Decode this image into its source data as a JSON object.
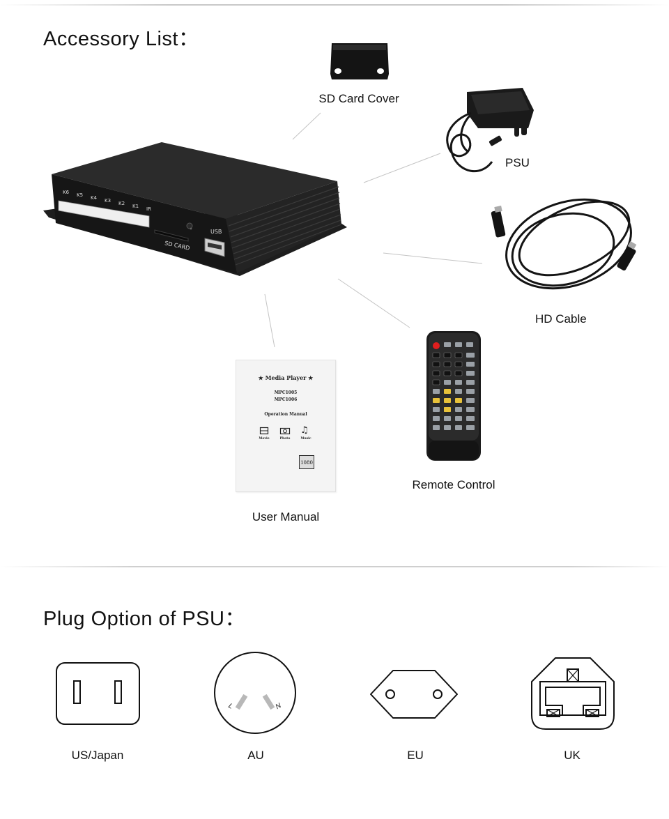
{
  "accessory": {
    "heading": "Accessory List：",
    "items": {
      "sd_card_cover": "SD Card Cover",
      "psu": "PSU",
      "hd_cable": "HD Cable",
      "remote_control": "Remote Control",
      "user_manual": "User Manual"
    },
    "device": {
      "ports": [
        "K6",
        "K5",
        "K4",
        "K3",
        "K2",
        "K1",
        "IR"
      ],
      "sd_label": "SD CARD",
      "usb_label": "USB"
    },
    "manual": {
      "title": "★ Media Player ★",
      "model_1": "MPC1005",
      "model_2": "MPC1006",
      "subtitle": "Operation Manual",
      "icons": [
        "Movie",
        "Photo",
        "Music"
      ],
      "badge": "1080"
    }
  },
  "plugs": {
    "heading": "Plug Option of PSU：",
    "options": [
      "US/Japan",
      "AU",
      "EU",
      "UK"
    ],
    "au_pins": [
      "L",
      "N"
    ]
  },
  "colors": {
    "text": "#111111",
    "device_body": "#1c1c1c",
    "leader_line": "#c4c4c4",
    "pin_grey": "#b8b8b8"
  }
}
